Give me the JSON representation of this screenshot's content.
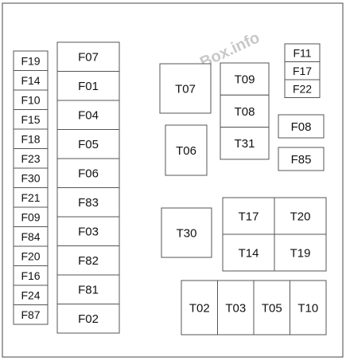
{
  "diagram": {
    "watermark": "Fuse-Box.info",
    "fuses_left_column": [
      "F19",
      "F14",
      "F10",
      "F15",
      "F18",
      "F23",
      "F30",
      "F21",
      "F09",
      "F84",
      "F20",
      "F16",
      "F24",
      "F87"
    ],
    "fuses_center_column": [
      "F07",
      "F01",
      "F04",
      "F05",
      "F06",
      "F83",
      "F03",
      "F82",
      "F81",
      "F02"
    ],
    "relays_small_group": [
      "T07",
      "T06"
    ],
    "relays_stack": [
      "T09",
      "T08",
      "T31"
    ],
    "fuses_top_right": [
      "F11",
      "F17",
      "F22"
    ],
    "fuses_right": [
      "F08",
      "F85"
    ],
    "relay_t30": "T30",
    "relays_grid": [
      "T17",
      "T20",
      "T14",
      "T19"
    ],
    "relays_bottom_row": [
      "T02",
      "T03",
      "T05",
      "T10"
    ]
  },
  "colors": {
    "background": "#ffffff",
    "outline": "#555555",
    "text": "#111111",
    "watermark": "#c8c8c8"
  }
}
